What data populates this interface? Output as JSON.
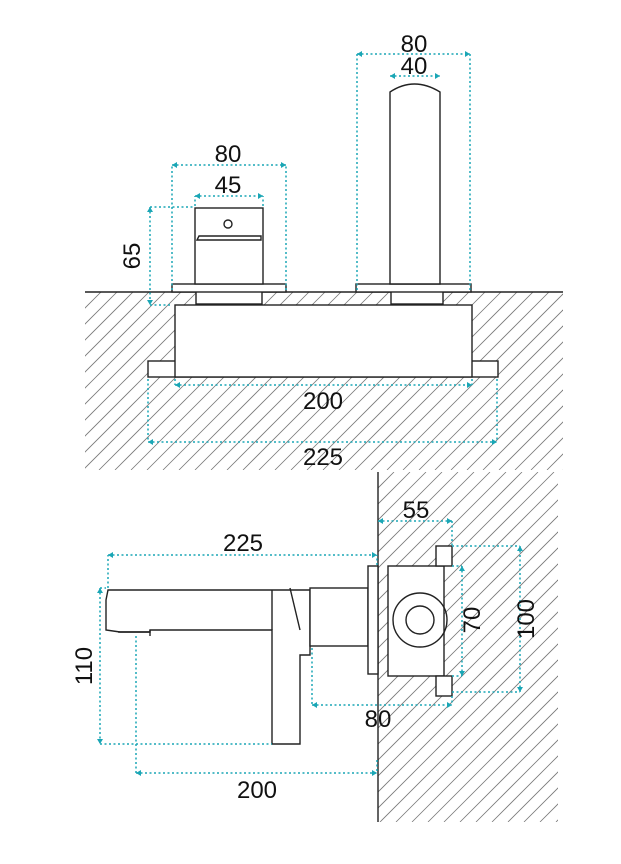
{
  "top_view": {
    "spout_outer_width": "80",
    "spout_inner_width": "40",
    "handle_outer_width": "80",
    "handle_inner_width": "45",
    "handle_height": "65",
    "body_width": "200",
    "plate_width": "225"
  },
  "side_view": {
    "spout_length": "225",
    "wall_depth": "55",
    "body_height_inner": "70",
    "body_height_outer": "100",
    "spout_height": "110",
    "base_length": "200",
    "body_depth": "80"
  },
  "colors": {
    "dimension": "#1aa6b5",
    "outline": "#222222",
    "hatch": "#777777"
  }
}
